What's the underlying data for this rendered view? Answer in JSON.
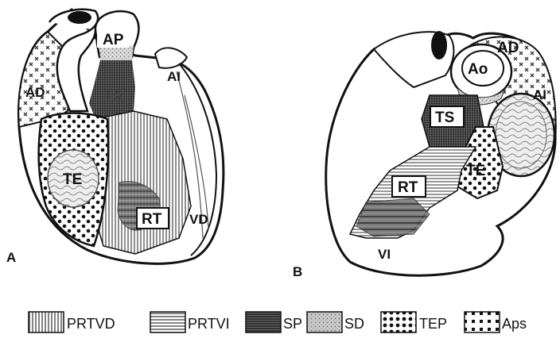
{
  "panel_a": {
    "panel_label": "A",
    "labels": {
      "ap": "AP",
      "ai": "AI",
      "ad": "AD",
      "ts": "TS",
      "te": "TE",
      "rt": "RT",
      "vd": "VD"
    }
  },
  "panel_b": {
    "panel_label": "B",
    "labels": {
      "ad": "AD",
      "ao": "Ao",
      "ai": "AI",
      "ts": "TS",
      "te": "TE",
      "rt": "RT",
      "vi": "VI"
    }
  },
  "legend": {
    "items": [
      {
        "label": "PRTVD",
        "pattern": "vertical-lines"
      },
      {
        "label": "PRTVI",
        "pattern": "horizontal-lines"
      },
      {
        "label": "SP",
        "pattern": "dense-grid"
      },
      {
        "label": "SD",
        "pattern": "fine-dots"
      },
      {
        "label": "TEP",
        "pattern": "black-dots"
      },
      {
        "label": "Aps",
        "pattern": "sparse-dots"
      }
    ]
  }
}
